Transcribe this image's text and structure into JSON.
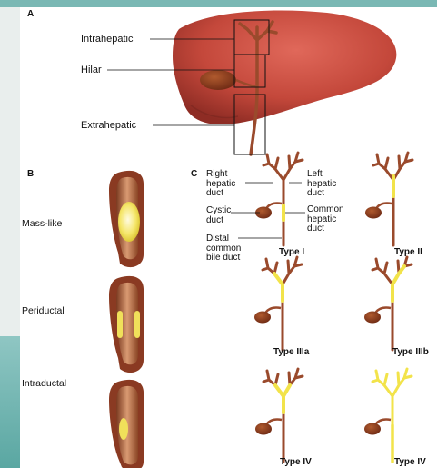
{
  "panels": {
    "a": "A",
    "b": "B",
    "c": "C"
  },
  "panel_a": {
    "labels": {
      "intrahepatic": "Intrahepatic",
      "hilar": "Hilar",
      "extrahepatic": "Extrahepatic"
    }
  },
  "panel_b": {
    "labels": {
      "mass_like": "Mass-like",
      "periductal": "Periductal",
      "intraductal": "Intraductal"
    }
  },
  "panel_c": {
    "anatomy": {
      "right_line1": "Right",
      "right_line2": "hepatic",
      "right_line3": "duct",
      "left_line1": "Left",
      "left_line2": "hepatic",
      "left_line3": "duct",
      "cystic_line1": "Cystic",
      "cystic_line2": "duct",
      "common_line1": "Common",
      "common_line2": "hepatic",
      "common_line3": "duct",
      "distal_line1": "Distal",
      "distal_line2": "common",
      "distal_line3": "bile duct"
    },
    "types": {
      "t1": "Type I",
      "t2": "Type II",
      "t3a": "Type IIIa",
      "t3b": "Type IIIb",
      "t4a": "Type IV",
      "t4b": "Type IV"
    }
  },
  "colors": {
    "liver": "#c0473a",
    "duct": "#9a4a2c",
    "tumor": "#f2e34a",
    "gallbladder": "#8a3a22",
    "teal": "#7ab8b4"
  }
}
